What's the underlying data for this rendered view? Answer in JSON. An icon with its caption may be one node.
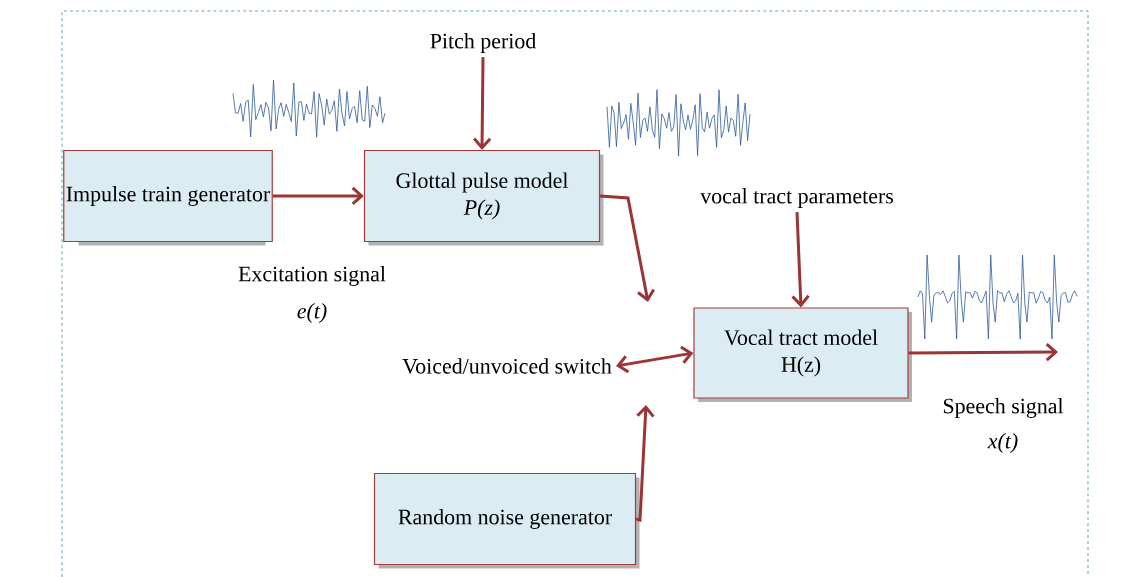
{
  "diagram": {
    "nodes": [
      {
        "text": [
          "Impulse train generator"
        ]
      },
      {
        "text": [
          "Glottal pulse model",
          "P(z)"
        ]
      },
      {
        "text": [
          "Pitch period"
        ]
      },
      {
        "text": [
          "Vocal tract model",
          "H(z)"
        ]
      },
      {
        "text": [
          "vocal tract parameters"
        ]
      },
      {
        "text": [
          "Voiced/unvoiced switch"
        ]
      },
      {
        "text": [
          "Random noise generator"
        ]
      }
    ],
    "edges": [
      {
        "from": 0,
        "to": 1,
        "arrow": "to"
      },
      {
        "from": 2,
        "to": 1,
        "arrow": "to"
      },
      {
        "from": 1,
        "to": null,
        "arrow": "to"
      },
      {
        "from": 4,
        "to": 3,
        "arrow": "to"
      },
      {
        "from": 5,
        "to": 3,
        "arrow": "both"
      },
      {
        "from": 6,
        "to": null,
        "arrow": "to"
      },
      {
        "from": 3,
        "to": null,
        "arrow": "to"
      }
    ],
    "labels": [
      "Excitation signal",
      "e(t)",
      "Speech signal",
      "x(t)"
    ]
  }
}
